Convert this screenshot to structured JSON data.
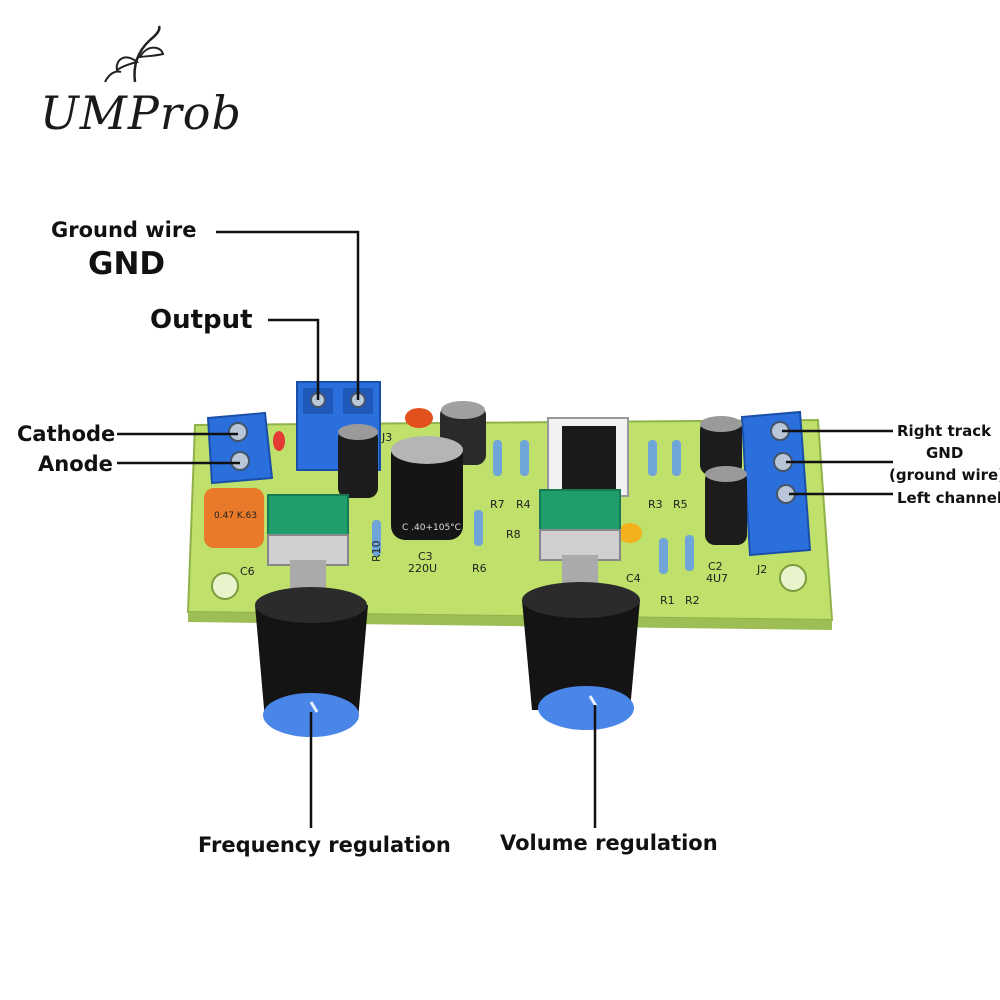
{
  "brand": {
    "name": "UMProb"
  },
  "callouts": {
    "ground_wire": "Ground wire",
    "gnd": "GND",
    "output": "Output",
    "cathode": "Cathode",
    "anode": "Anode",
    "right_track": "Right track",
    "gnd_right": "GND",
    "ground_wire_right": "(ground wire)",
    "left_channel": "Left channel",
    "frequency_regulation": "Frequency regulation",
    "volume_regulation": "Volume regulation"
  },
  "board_silkscreen": {
    "c3": "C3",
    "c3_value": "220U",
    "c2": "C2",
    "c2_value": "4U7",
    "c4": "C4",
    "c6": "C6",
    "j2": "J2",
    "j3": "J3",
    "r1": "R1",
    "r2": "R2",
    "r3": "R3",
    "r4": "R4",
    "r5": "R5",
    "r6": "R6",
    "r7": "R7",
    "r8": "R8",
    "r10": "R10",
    "cap_rating": "C .40+105°C",
    "film_cap_marking": "0.47 K.63"
  },
  "colors": {
    "pcb": "#bfe06a",
    "terminal_block": "#2a6fdc",
    "pot_body": "#1f9e6c",
    "knob": "#141414",
    "knob_cap": "#4a86e8",
    "electrolytic": "#1c1c1c",
    "resistor": "#6fa5d8"
  }
}
